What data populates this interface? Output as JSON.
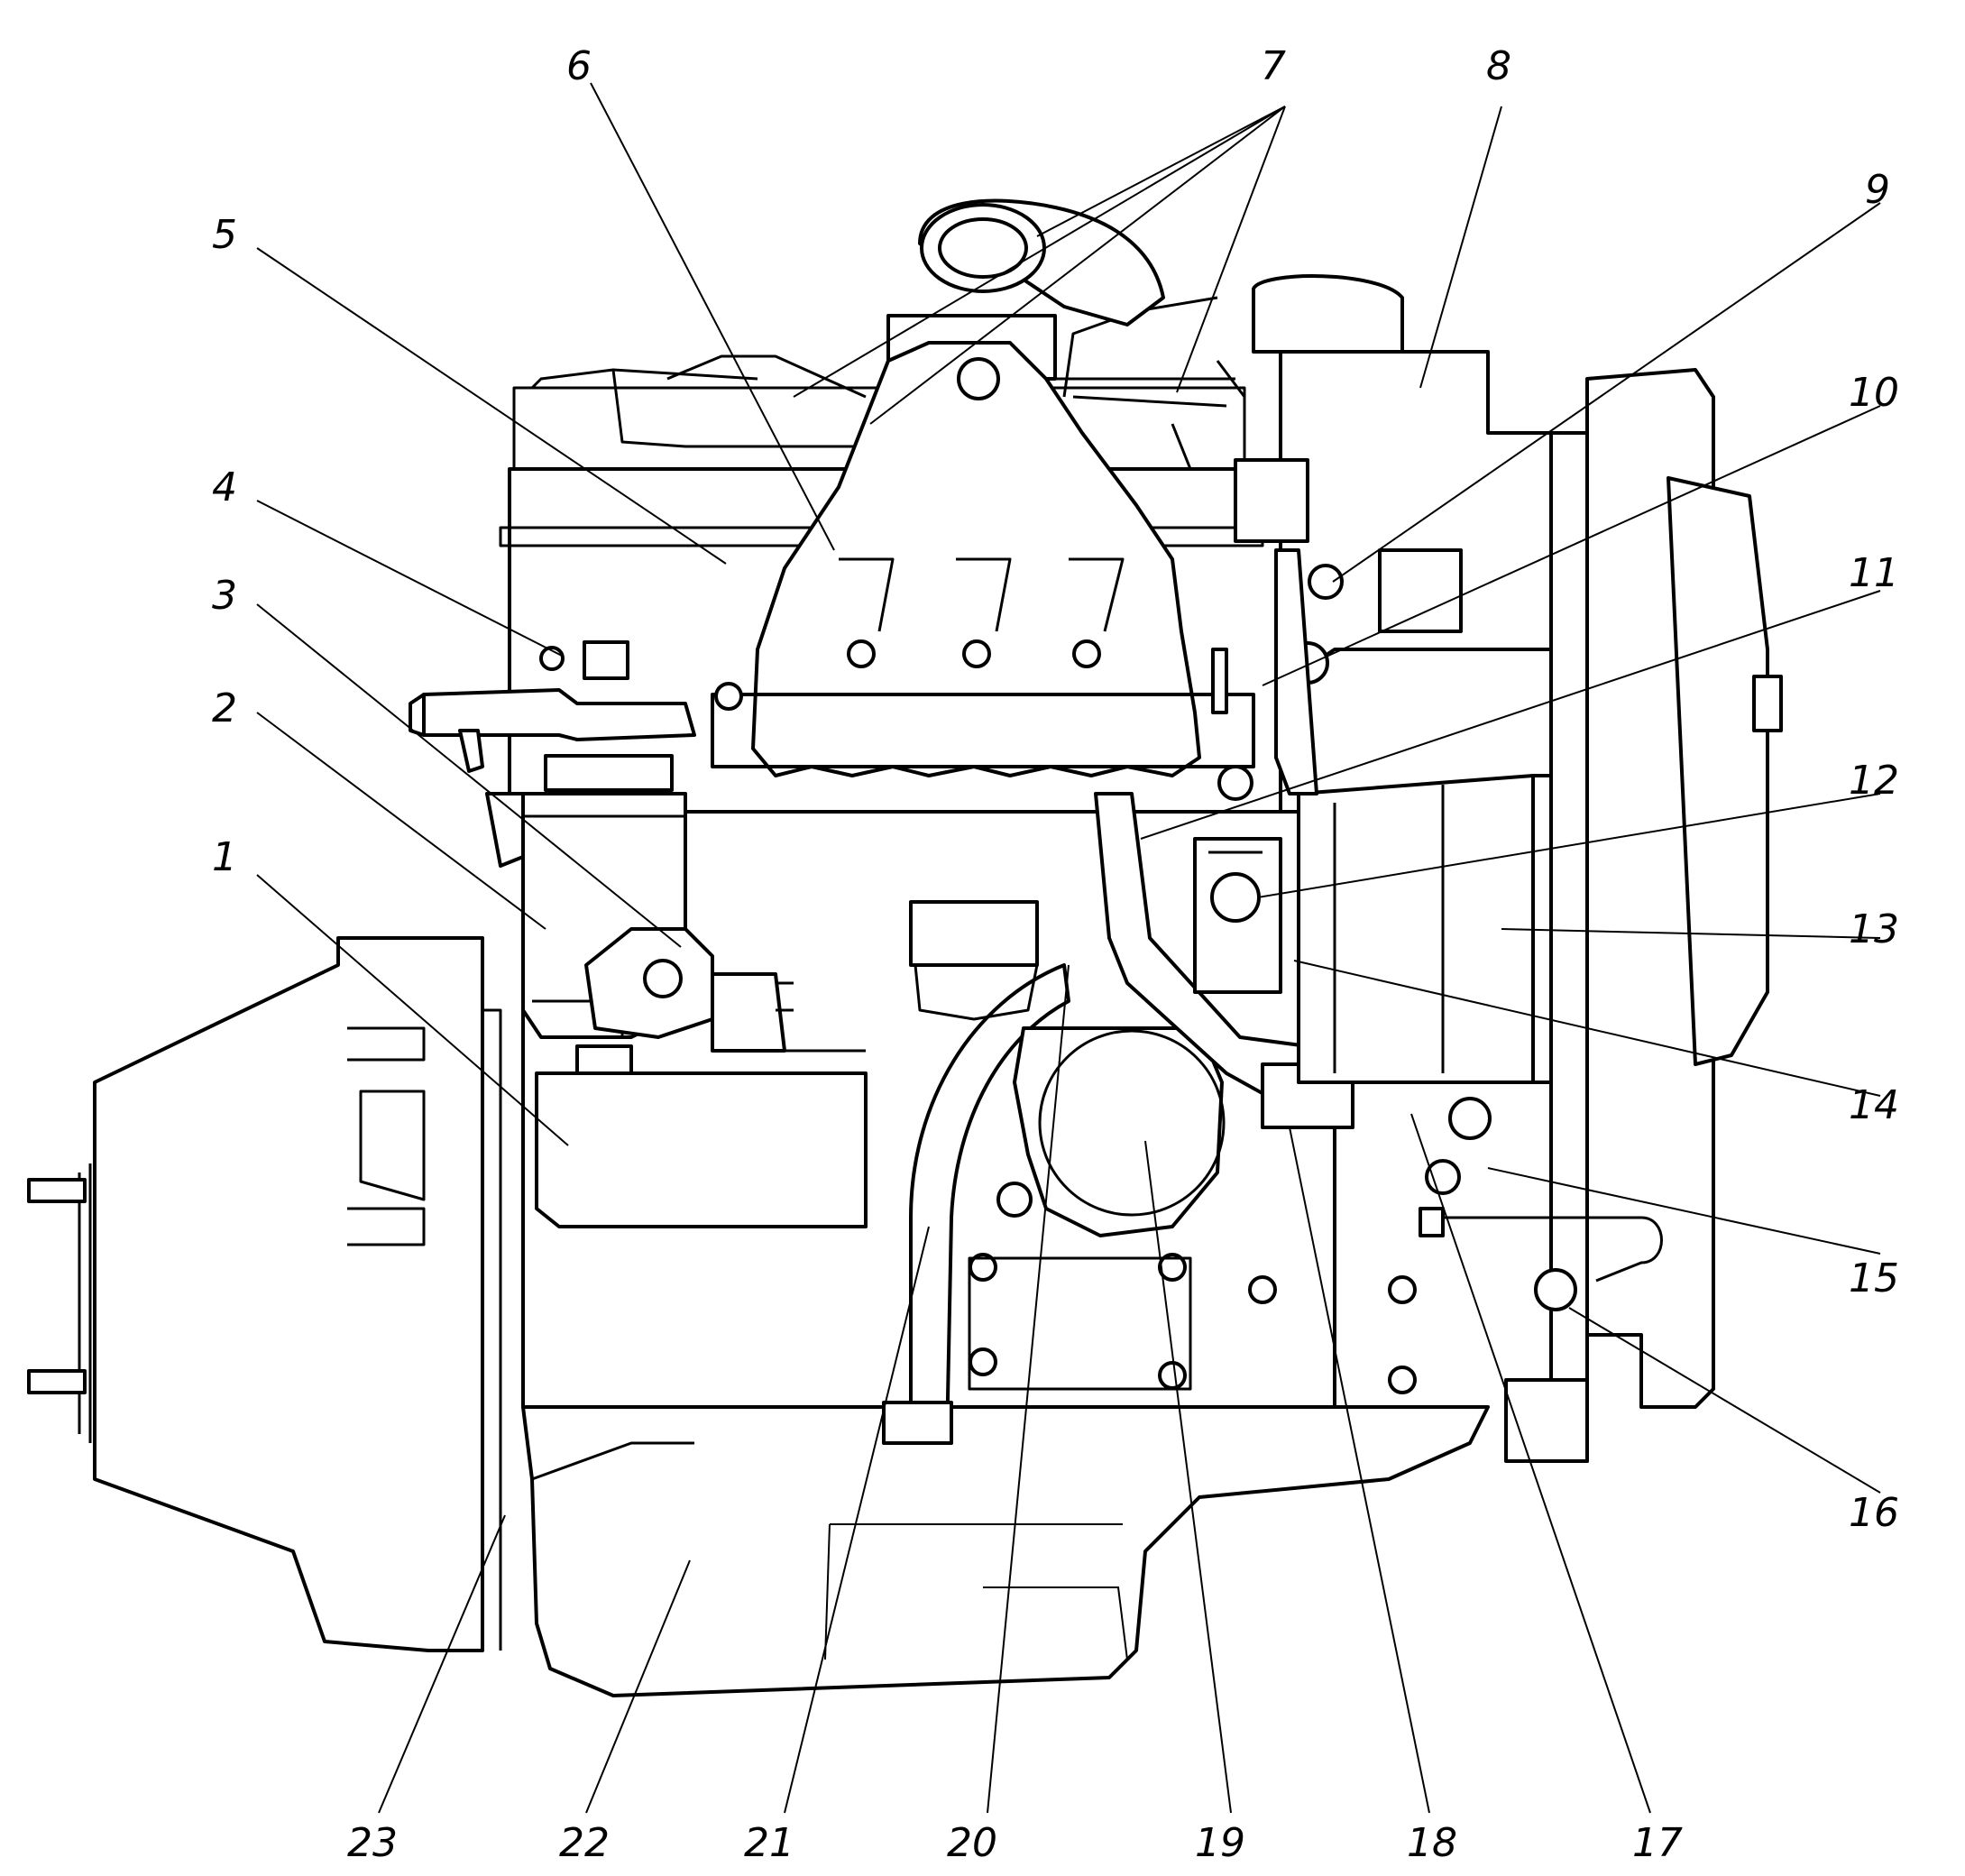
{
  "callouts": [
    {
      "id": "1",
      "text": "1"
    },
    {
      "id": "2",
      "text": "2"
    },
    {
      "id": "3",
      "text": "3"
    },
    {
      "id": "4",
      "text": "4"
    },
    {
      "id": "5",
      "text": "5"
    },
    {
      "id": "6",
      "text": "6"
    },
    {
      "id": "7",
      "text": "7"
    },
    {
      "id": "8",
      "text": "8"
    },
    {
      "id": "9",
      "text": "9"
    },
    {
      "id": "10",
      "text": "10"
    },
    {
      "id": "11",
      "text": "11"
    },
    {
      "id": "12",
      "text": "12"
    },
    {
      "id": "13",
      "text": "13"
    },
    {
      "id": "14",
      "text": "14"
    },
    {
      "id": "15",
      "text": "15"
    },
    {
      "id": "16",
      "text": "16"
    },
    {
      "id": "17",
      "text": "17"
    },
    {
      "id": "18",
      "text": "18"
    },
    {
      "id": "19",
      "text": "19"
    },
    {
      "id": "20",
      "text": "20"
    },
    {
      "id": "21",
      "text": "21"
    },
    {
      "id": "22",
      "text": "22"
    },
    {
      "id": "23",
      "text": "23"
    }
  ]
}
